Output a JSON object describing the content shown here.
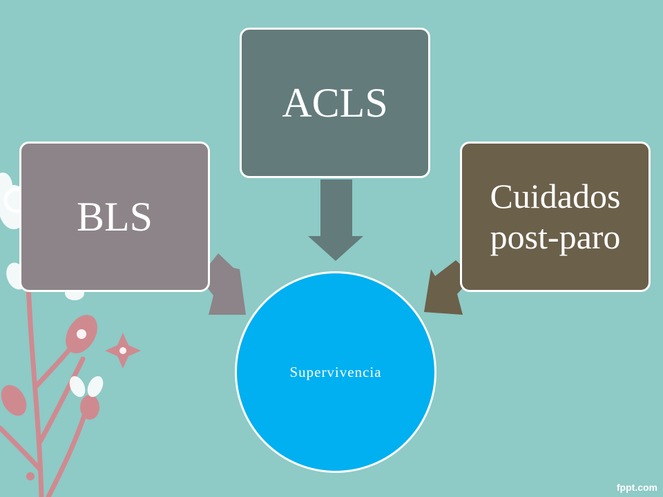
{
  "diagram": {
    "center": {
      "label": "Supervivencia",
      "fill": "#00b0f0"
    },
    "nodes": [
      {
        "id": "bls",
        "label": "BLS",
        "fill": "#8c8488"
      },
      {
        "id": "acls",
        "label": "ACLS",
        "fill": "#637b7b"
      },
      {
        "id": "post",
        "label": "Cuidados post-paro",
        "fill": "#6b604a"
      }
    ],
    "edges": [
      {
        "from": "bls",
        "to": "center",
        "color": "#8c8488"
      },
      {
        "from": "acls",
        "to": "center",
        "color": "#637b7b"
      },
      {
        "from": "post",
        "to": "center",
        "color": "#6b604a"
      }
    ]
  },
  "footer": {
    "brand": "fppt.com"
  },
  "theme": {
    "background": "#8ecac6",
    "decoration_stem": "#cf8a90",
    "decoration_petal": "#ffffff"
  }
}
